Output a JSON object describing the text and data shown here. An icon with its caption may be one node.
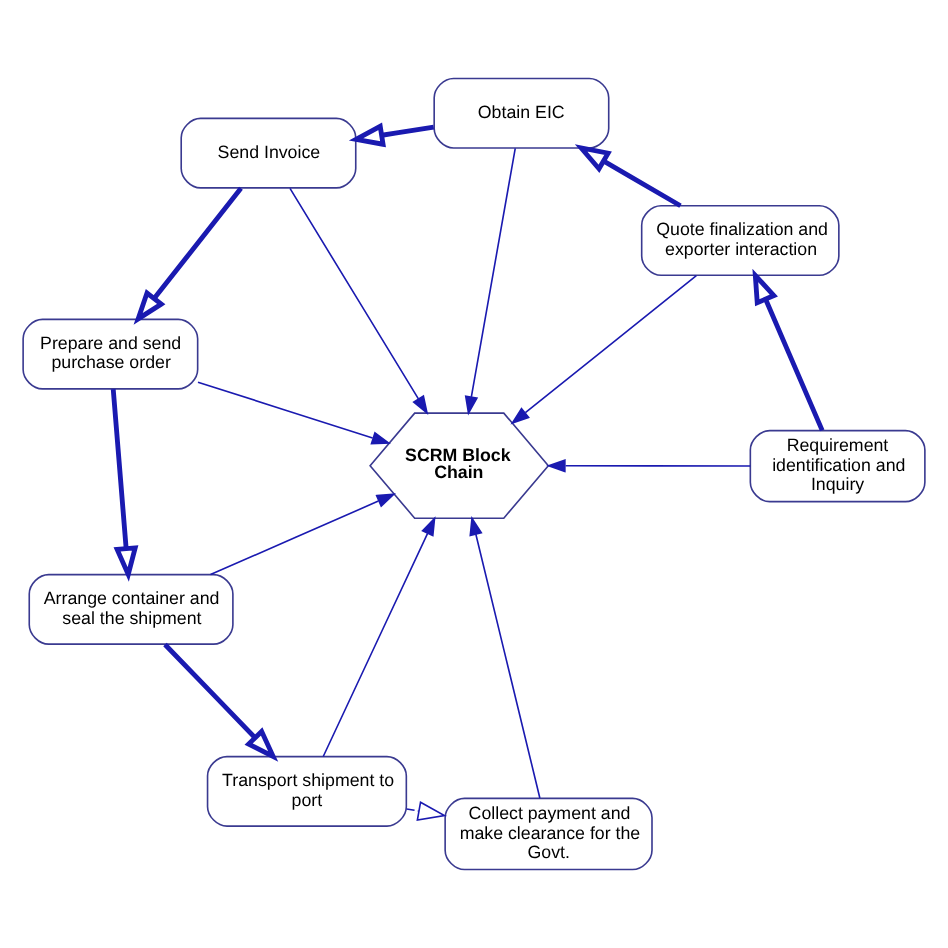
{
  "diagram": {
    "nodes": [
      {
        "text": [
          "SCRM Block Chain"
        ]
      },
      {
        "text": [
          "Requirement identification and Inquiry"
        ]
      },
      {
        "text": [
          "Quote finalization and exporter interaction"
        ]
      },
      {
        "text": [
          "Obtain EIC"
        ]
      },
      {
        "text": [
          "Send Invoice"
        ]
      },
      {
        "text": [
          "Prepare and send purchase order"
        ]
      },
      {
        "text": [
          "Arrange container and seal the shipment"
        ]
      },
      {
        "text": [
          "Transport shipment to port"
        ]
      },
      {
        "text": [
          "Collect payment and make clearance for the Govt."
        ]
      }
    ],
    "edges": [
      {
        "from": 1,
        "to": 2,
        "arrow": "to",
        "style": "thick"
      },
      {
        "from": 2,
        "to": 3,
        "arrow": "to",
        "style": "thick"
      },
      {
        "from": 3,
        "to": 4,
        "arrow": "to",
        "style": "thick"
      },
      {
        "from": 4,
        "to": 5,
        "arrow": "to",
        "style": "thick"
      },
      {
        "from": 5,
        "to": 6,
        "arrow": "to",
        "style": "thick"
      },
      {
        "from": 6,
        "to": 7,
        "arrow": "to",
        "style": "thick"
      },
      {
        "from": 7,
        "to": 8,
        "arrow": "to",
        "style": "dashed"
      },
      {
        "from": 1,
        "to": 0,
        "arrow": "to"
      },
      {
        "from": 2,
        "to": 0,
        "arrow": "to"
      },
      {
        "from": 3,
        "to": 0,
        "arrow": "to"
      },
      {
        "from": 4,
        "to": 0,
        "arrow": "to"
      },
      {
        "from": 5,
        "to": 0,
        "arrow": "to"
      },
      {
        "from": 6,
        "to": 0,
        "arrow": "to"
      },
      {
        "from": 7,
        "to": 0,
        "arrow": "to"
      },
      {
        "from": 8,
        "to": 0,
        "arrow": "to"
      }
    ]
  }
}
